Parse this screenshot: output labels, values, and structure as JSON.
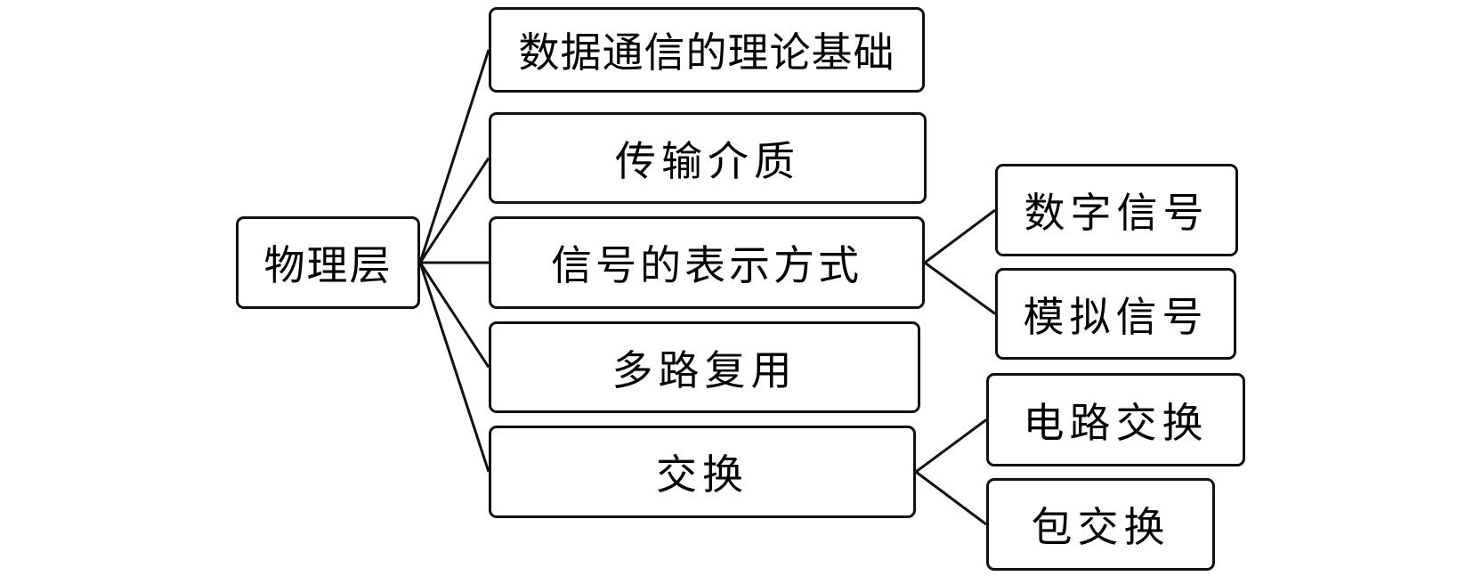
{
  "diagram": {
    "type": "tree",
    "root": {
      "id": "root",
      "label": "物理层"
    },
    "children": [
      {
        "id": "theory",
        "label": "数据通信的理论基础",
        "children": []
      },
      {
        "id": "media",
        "label": "传输介质",
        "children": []
      },
      {
        "id": "signal",
        "label": "信号的表示方式",
        "children": [
          {
            "id": "digital",
            "label": "数字信号"
          },
          {
            "id": "analog",
            "label": "模拟信号"
          }
        ]
      },
      {
        "id": "mux",
        "label": "多路复用",
        "children": []
      },
      {
        "id": "switching",
        "label": "交换",
        "children": [
          {
            "id": "circuit",
            "label": "电路交换"
          },
          {
            "id": "packet",
            "label": "包交换"
          }
        ]
      }
    ],
    "edges": [
      [
        "root",
        "theory"
      ],
      [
        "root",
        "media"
      ],
      [
        "root",
        "signal"
      ],
      [
        "root",
        "mux"
      ],
      [
        "root",
        "switching"
      ],
      [
        "signal",
        "digital"
      ],
      [
        "signal",
        "analog"
      ],
      [
        "switching",
        "circuit"
      ],
      [
        "switching",
        "packet"
      ]
    ],
    "colors": {
      "stroke": "#111111",
      "background": "#ffffff",
      "text": "#000000"
    }
  }
}
